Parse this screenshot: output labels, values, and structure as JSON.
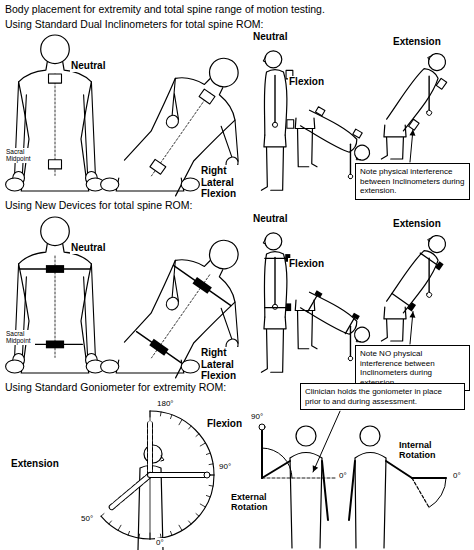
{
  "diagram": {
    "title": "Body placement for extremity and total spine range of motion testing.",
    "nodes": [
      {
        "text": [
          "Note physical interference between Inclinometers during extension."
        ]
      },
      {
        "text": [
          "Note NO physical interference between Inclinometers during extension."
        ]
      },
      {
        "text": [
          "Clinician holds the goniometer in place prior to and during assessment."
        ]
      }
    ],
    "labels": [
      "Using Standard Dual Inclinometers for total spine ROM:",
      "Neutral",
      "Sacral Midpoint",
      "Right Lateral Flexion",
      "Neutral",
      "Flexion",
      "Extension",
      "Using New Devices for total spine ROM:",
      "Neutral",
      "Sacral Midpoint",
      "Right Lateral Flexion",
      "Neutral",
      "Flexion",
      "Extension",
      "Using Standard Goniometer for extremity ROM:",
      "180°",
      "Flexion",
      "Extension",
      "90°",
      "50°",
      "0°",
      "90°",
      "0°",
      "External Rotation",
      "Internal Rotation",
      "0°"
    ]
  }
}
